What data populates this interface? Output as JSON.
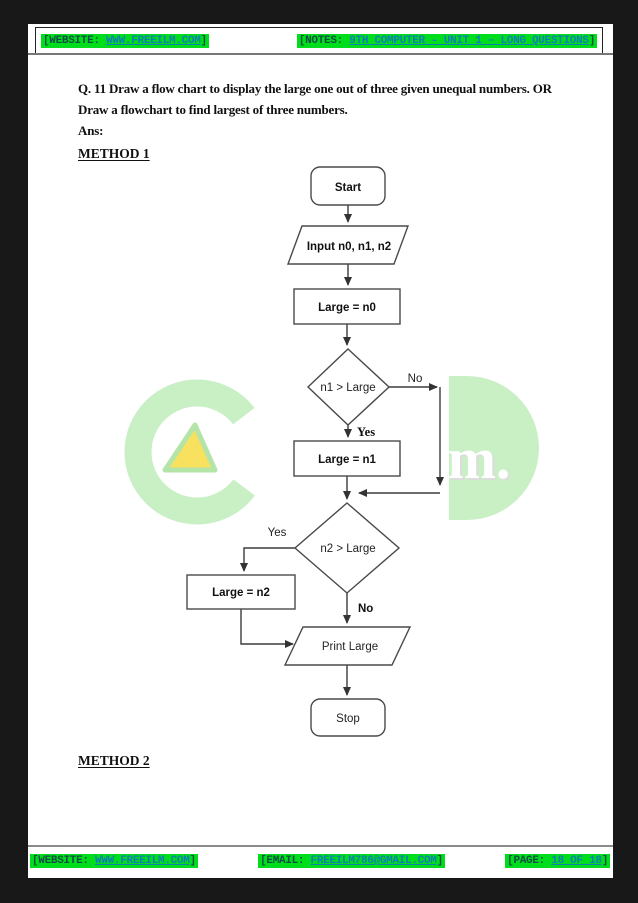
{
  "header": {
    "website_label": "[WEBSITE: ",
    "website_link": "WWW.FREEILM.COM",
    "website_close": "]",
    "notes_label": "[NOTES: ",
    "notes_link": "9TH COMPUTER - UNIT 1 – LONG QUESTIONS",
    "notes_close": "]"
  },
  "question": {
    "line1": "Q. 11 Draw a flow chart to display the large one out of three given unequal numbers. OR",
    "line2": "Draw a flowchart to find largest of three numbers.",
    "answer_label": "Ans:"
  },
  "sections": {
    "method1": "METHOD 1",
    "method2": "METHOD 2"
  },
  "flowchart": {
    "start": "Start",
    "input": "Input n0, n1, n2",
    "assign_n0": "Large = n0",
    "decision1": "n1 > Large",
    "decision1_no_label": "No",
    "decision1_yes_label": "Yes",
    "assign_n1": "Large = n1",
    "decision2": "n2 > Large",
    "decision2_yes_label": "Yes",
    "decision2_no_label": "No",
    "assign_n2": "Large = n2",
    "print": "Print Large",
    "stop": "Stop"
  },
  "watermark": {
    "text": "m."
  },
  "footer": {
    "website_label": "[WEBSITE: ",
    "website_link": "WWW.FREEILM.COM",
    "website_close": "]",
    "email_label": "[EMAIL: ",
    "email_link": "FREEILM786@GMAIL.COM",
    "email_close": "]",
    "page_label": "[PAGE: ",
    "page_link": "18 OF 18",
    "page_close": "]"
  },
  "colors": {
    "highlight_green": "#00DD1D",
    "link_teal": "#0E7FB5",
    "label_dark_teal": "#0D4F43",
    "watermark_green": "#C9EFC5",
    "watermark_yellow": "#F7E15E"
  }
}
